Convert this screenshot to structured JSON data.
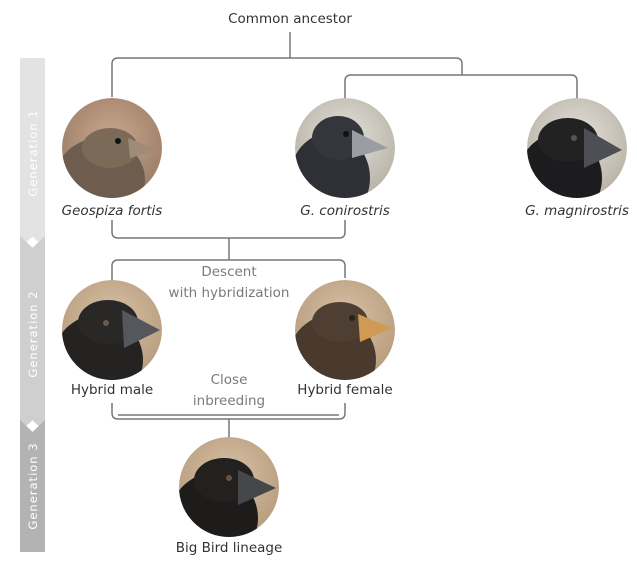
{
  "root": {
    "label": "Common ancestor"
  },
  "generations": [
    {
      "label": "Generation 1",
      "color": "#e3e3e3"
    },
    {
      "label": "Generation 2",
      "color": "#cfcfcf"
    },
    {
      "label": "Generation 3",
      "color": "#b3b3b3"
    }
  ],
  "species": {
    "fortis": "Geospiza fortis",
    "conirostris": "G. conirostris",
    "magnirostris": "G. magnirostris"
  },
  "hybrids": {
    "male": "Hybrid male",
    "female": "Hybrid female"
  },
  "notes": {
    "descent_1": "Descent",
    "descent_2": "with hybridization",
    "inbreeding_1": "Close",
    "inbreeding_2": "inbreeding"
  },
  "lineage": {
    "label": "Big Bird lineage"
  },
  "colors": {
    "line": "#777777"
  }
}
